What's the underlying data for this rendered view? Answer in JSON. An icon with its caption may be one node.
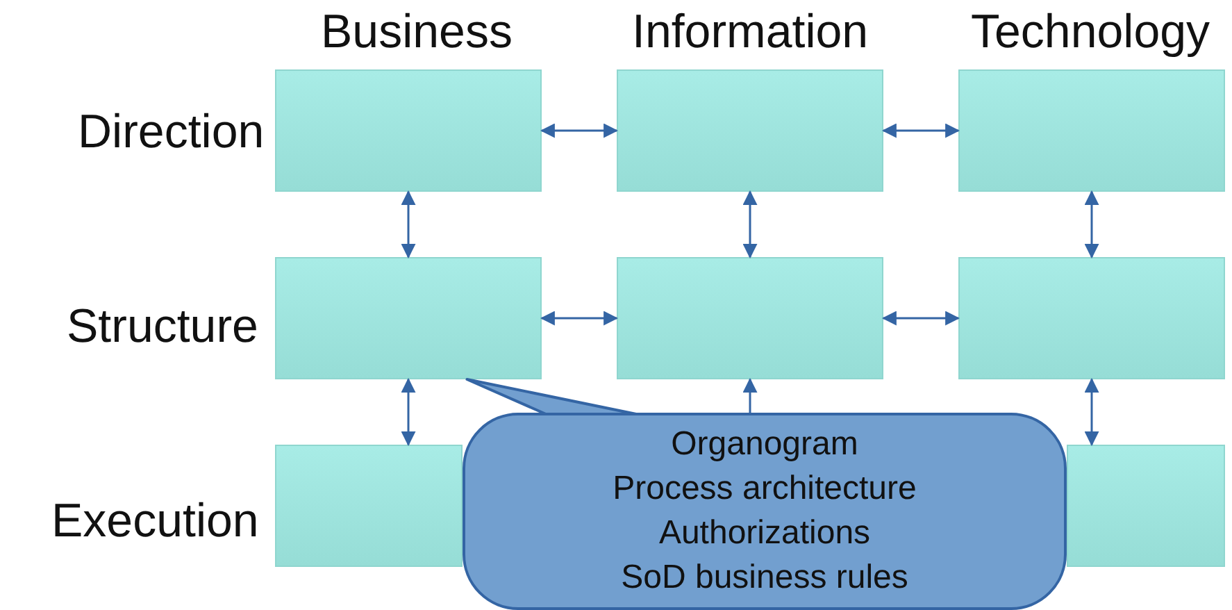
{
  "diagram": {
    "nodes": [
      {
        "text": [],
        "shape": "box"
      },
      {
        "text": [],
        "shape": "box"
      },
      {
        "text": [],
        "shape": "box"
      },
      {
        "text": [],
        "shape": "box"
      },
      {
        "text": [],
        "shape": "box"
      },
      {
        "text": [],
        "shape": "box"
      },
      {
        "text": [],
        "shape": "box"
      },
      {
        "text": [],
        "shape": "box"
      },
      {
        "text": [
          "Organogram",
          "Process architecture",
          "Authorizations",
          "SoD business rules"
        ]
      }
    ],
    "edges": [
      {
        "from": 0,
        "to": 1,
        "arrow": "both"
      },
      {
        "from": 1,
        "to": 2,
        "arrow": "both"
      },
      {
        "from": 3,
        "to": 4,
        "arrow": "both"
      },
      {
        "from": 4,
        "to": 5,
        "arrow": "both"
      },
      {
        "from": 0,
        "to": 3,
        "arrow": "both"
      },
      {
        "from": 3,
        "to": 6,
        "arrow": "both"
      },
      {
        "from": 1,
        "to": 4,
        "arrow": "both"
      },
      {
        "from": 8,
        "to": 4,
        "arrow": "to"
      },
      {
        "from": 2,
        "to": 5,
        "arrow": "both"
      },
      {
        "from": 5,
        "to": 7,
        "arrow": "both"
      },
      {
        "from": 8,
        "to": 3,
        "arrow": "none"
      }
    ],
    "labels": [
      "Business",
      "Information",
      "Technology",
      "Direction",
      "Structure",
      "Execution"
    ]
  }
}
